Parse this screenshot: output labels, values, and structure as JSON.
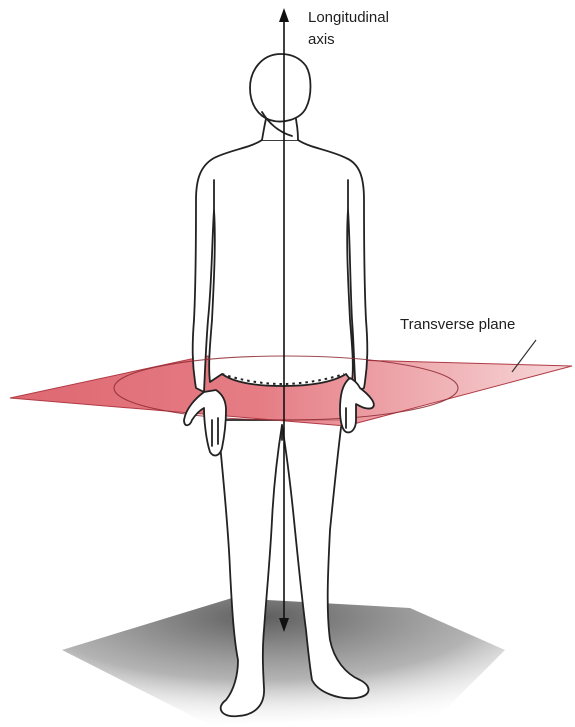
{
  "labels": {
    "axis_line1": "Longitudinal",
    "axis_line2": "axis",
    "plane": "Transverse plane"
  },
  "colors": {
    "plane_fill": "#e0636b",
    "plane_edge": "#b23a44",
    "figure_stroke": "#222222",
    "figure_fill": "#ffffff",
    "shadow": "#8a8a8a"
  }
}
